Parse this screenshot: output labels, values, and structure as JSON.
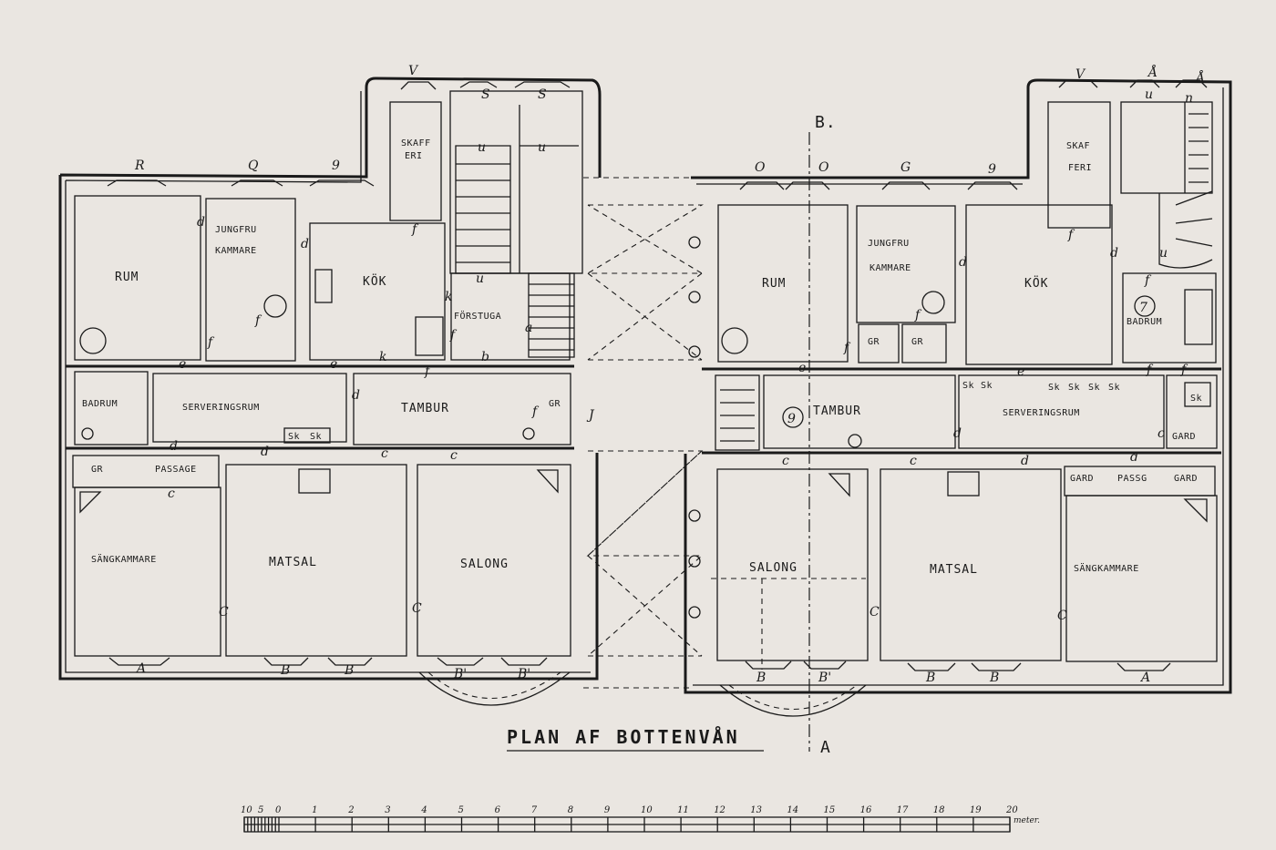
{
  "title": "PLAN AF BOTTENVÅN",
  "section_marks": {
    "top": "B.",
    "bottom": "A"
  },
  "left_wing": {
    "rooms": {
      "rum": "RUM",
      "jungfrukammare_1": "JUNGFRU",
      "jungfrukammare_2": "KAMMARE",
      "kok": "KÖK",
      "skafferi_1": "SKAFF",
      "skafferi_2": "ERI",
      "forstuga": "FÖRSTUGA",
      "badrum": "BADRUM",
      "serveringsrum": "SERVERINGSRUM",
      "tambur": "TAMBUR",
      "gr_1": "GR",
      "gr_2": "GR",
      "passage": "PASSAGE",
      "sangkammare": "SÄNGKAMMARE",
      "matsal": "MATSAL",
      "salong": "SALONG"
    },
    "window_marks": [
      "R",
      "Q",
      "9"
    ],
    "window_marks_bottom": [
      "A",
      "B",
      "B",
      "B'",
      "B'"
    ],
    "chimney_marks": [
      "V",
      "S",
      "S"
    ],
    "door_marks": [
      "d",
      "d",
      "f",
      "f",
      "f",
      "e",
      "e",
      "k",
      "f",
      "b",
      "k",
      "f",
      "a",
      "d",
      "d",
      "d",
      "c",
      "c",
      "c",
      "C",
      "C",
      "J",
      "u",
      "u",
      "u",
      "f"
    ]
  },
  "right_wing": {
    "rooms": {
      "rum": "RUM",
      "jungfrukammare_1": "JUNGFRU",
      "jungfrukammare_2": "KAMMARE",
      "gr_1": "GR",
      "gr_2": "GR",
      "kok": "KÖK",
      "skafferi_1": "SKAF",
      "skafferi_2": "FERI",
      "badrum": "BADRUM",
      "tambur": "TAMBUR",
      "serveringsrum": "SERVERINGSRUM",
      "garderob_1": "GARD",
      "garderob_2": "GARD",
      "passage": "PASSG",
      "garderob_3": "GARD",
      "salong": "SALONG",
      "matsal": "MATSAL",
      "sangkammare": "SÄNGKAMMARE"
    },
    "window_marks": [
      "O",
      "O",
      "G",
      "9"
    ],
    "window_marks_bottom": [
      "B",
      "B'",
      "B",
      "B",
      "A"
    ],
    "chimney_marks": [
      "V",
      "Å",
      "Å"
    ],
    "circled_numbers": [
      "9",
      "7"
    ],
    "cupboard_labels": [
      "Sk",
      "Sk",
      "Sk",
      "Sk",
      "Sk",
      "Sk",
      "Sk",
      "Sk",
      "Sk"
    ],
    "door_marks": [
      "e",
      "e",
      "d",
      "d",
      "f",
      "f",
      "f",
      "f",
      "f",
      "f",
      "c",
      "c",
      "c",
      "d",
      "d",
      "d",
      "C",
      "C",
      "u",
      "u",
      "n"
    ]
  },
  "scale": {
    "labels": [
      "10",
      "5",
      "0",
      "1",
      "2",
      "3",
      "4",
      "5",
      "6",
      "7",
      "8",
      "9",
      "10",
      "11",
      "12",
      "13",
      "14",
      "15",
      "16",
      "17",
      "18",
      "19",
      "20"
    ],
    "unit": "meter."
  }
}
